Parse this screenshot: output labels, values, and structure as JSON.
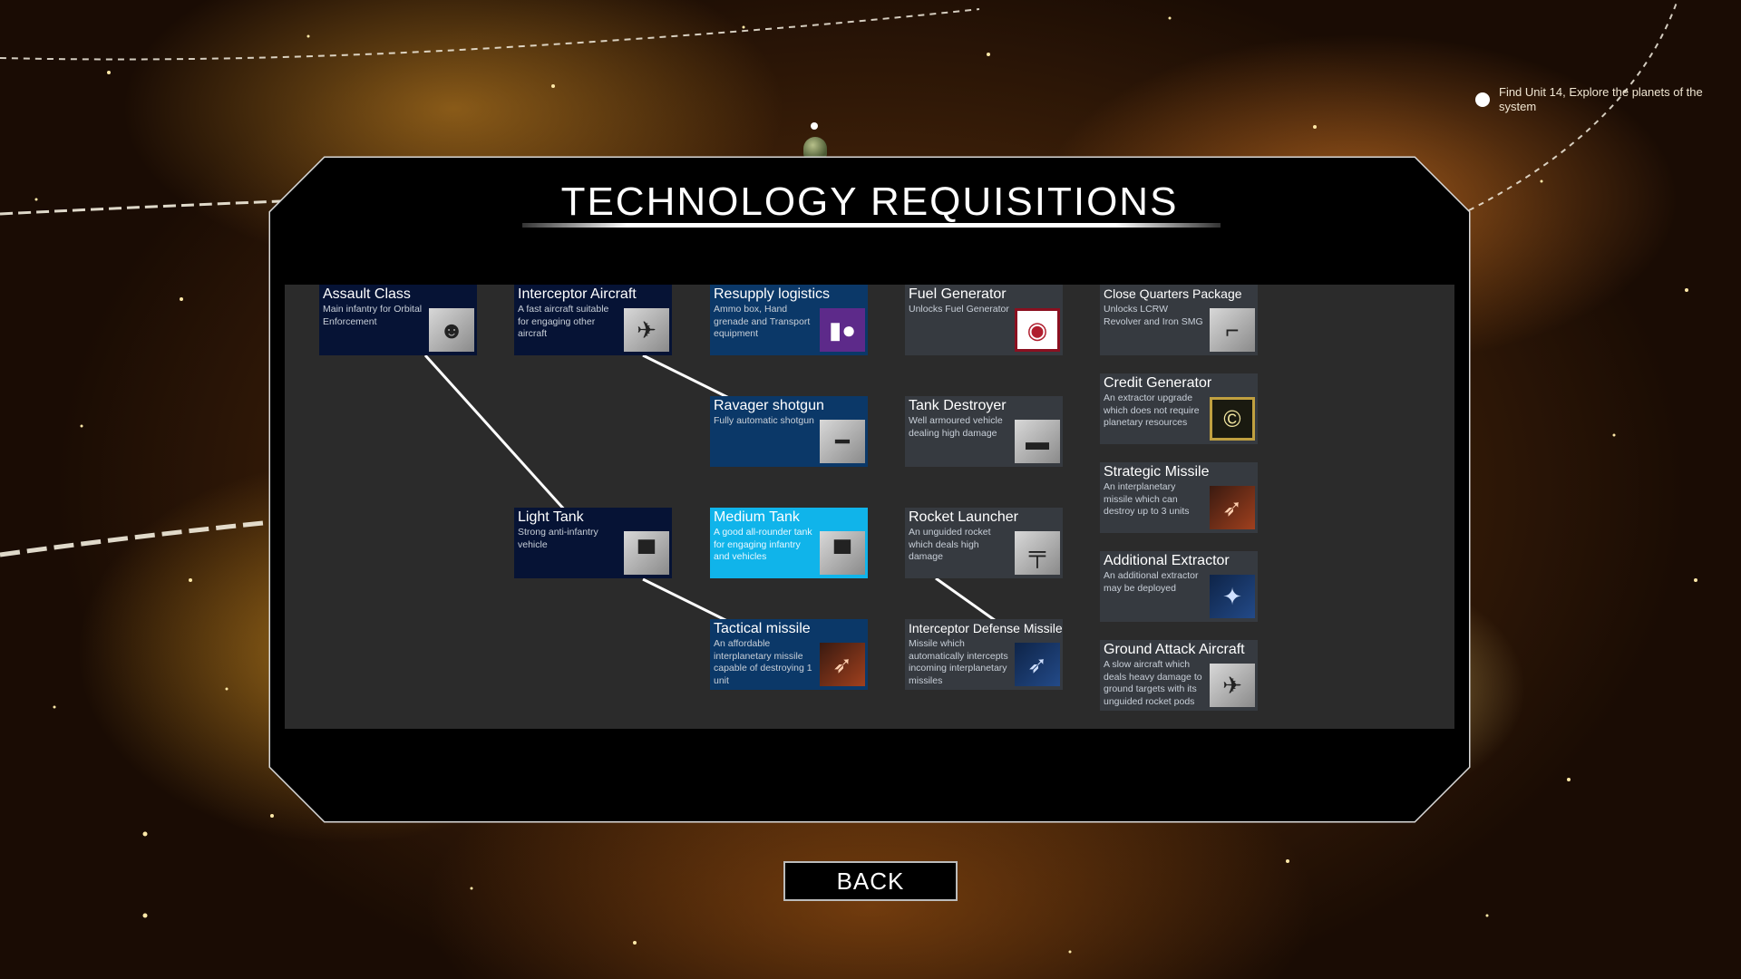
{
  "objective": {
    "text": "Find Unit 14, Explore the planets of the system"
  },
  "panel": {
    "title": "TECHNOLOGY REQUISITIONS"
  },
  "tech_nodes": [
    {
      "id": "assault_class",
      "name": "Assault Class",
      "description": "Main infantry for Orbital Enforcement",
      "icon": "soldier-icon",
      "glyph": "☻"
    },
    {
      "id": "interceptor_aircraft",
      "name": "Interceptor Aircraft",
      "description": "A fast aircraft suitable for engaging other aircraft",
      "icon": "jet-icon",
      "glyph": "✈"
    },
    {
      "id": "resupply_logistics",
      "name": "Resupply logistics",
      "description": "Ammo box, Hand grenade and Transport equipment",
      "icon": "ammo-grenade-icon",
      "glyph": "▮●"
    },
    {
      "id": "fuel_generator",
      "name": "Fuel Generator",
      "description": "Unlocks Fuel Generator",
      "icon": "fuel-generator-icon",
      "glyph": "◉"
    },
    {
      "id": "close_quarters_package",
      "name": "Close Quarters Package",
      "description": "Unlocks LCRW Revolver and Iron SMG",
      "icon": "pistol-smg-icon",
      "glyph": "⌐"
    },
    {
      "id": "credit_generator",
      "name": "Credit Generator",
      "description": "An extractor upgrade which does not require planetary resources",
      "icon": "credit-icon",
      "glyph": "©"
    },
    {
      "id": "ravager_shotgun",
      "name": "Ravager shotgun",
      "description": "Fully automatic shotgun",
      "icon": "shotgun-icon",
      "glyph": "━"
    },
    {
      "id": "tank_destroyer",
      "name": "Tank Destroyer",
      "description": "Well armoured vehicle dealing high damage",
      "icon": "tank-destroyer-icon",
      "glyph": "▬"
    },
    {
      "id": "strategic_missile",
      "name": "Strategic Missile",
      "description": "An interplanetary missile which can destroy up to 3 units",
      "icon": "missile-icon",
      "glyph": "➶"
    },
    {
      "id": "light_tank",
      "name": "Light Tank",
      "description": "Strong anti-infantry vehicle",
      "icon": "light-tank-icon",
      "glyph": "▀"
    },
    {
      "id": "medium_tank",
      "name": "Medium Tank",
      "description": "A good all-rounder tank for engaging infantry and vehicles",
      "icon": "medium-tank-icon",
      "glyph": "▀"
    },
    {
      "id": "rocket_launcher",
      "name": "Rocket Launcher",
      "description": "An unguided rocket which deals high damage",
      "icon": "rocket-launcher-icon",
      "glyph": "╤"
    },
    {
      "id": "additional_extractor",
      "name": "Additional Extractor",
      "description": "An additional extractor may be deployed",
      "icon": "extractor-icon",
      "glyph": "✦"
    },
    {
      "id": "tactical_missile",
      "name": "Tactical missile",
      "description": "An affordable interplanetary missile capable of destroying 1 unit",
      "icon": "tactical-missile-icon",
      "glyph": "➶"
    },
    {
      "id": "interceptor_defense_missile",
      "name": "Interceptor Defense Missile",
      "description": "Missile which automatically intercepts incoming interplanetary missiles",
      "icon": "defense-missile-icon",
      "glyph": "➶"
    },
    {
      "id": "ground_attack_aircraft",
      "name": "Ground Attack Aircraft",
      "description": "A slow aircraft which deals heavy damage to ground targets with its unguided rocket pods",
      "icon": "attack-aircraft-icon",
      "glyph": "✈"
    }
  ],
  "colors": {
    "node_dark": "#061335",
    "node_blue": "#0b3868",
    "node_grey": "#363a40",
    "node_highlight": "#10b4ea"
  },
  "back": {
    "label": "BACK"
  }
}
